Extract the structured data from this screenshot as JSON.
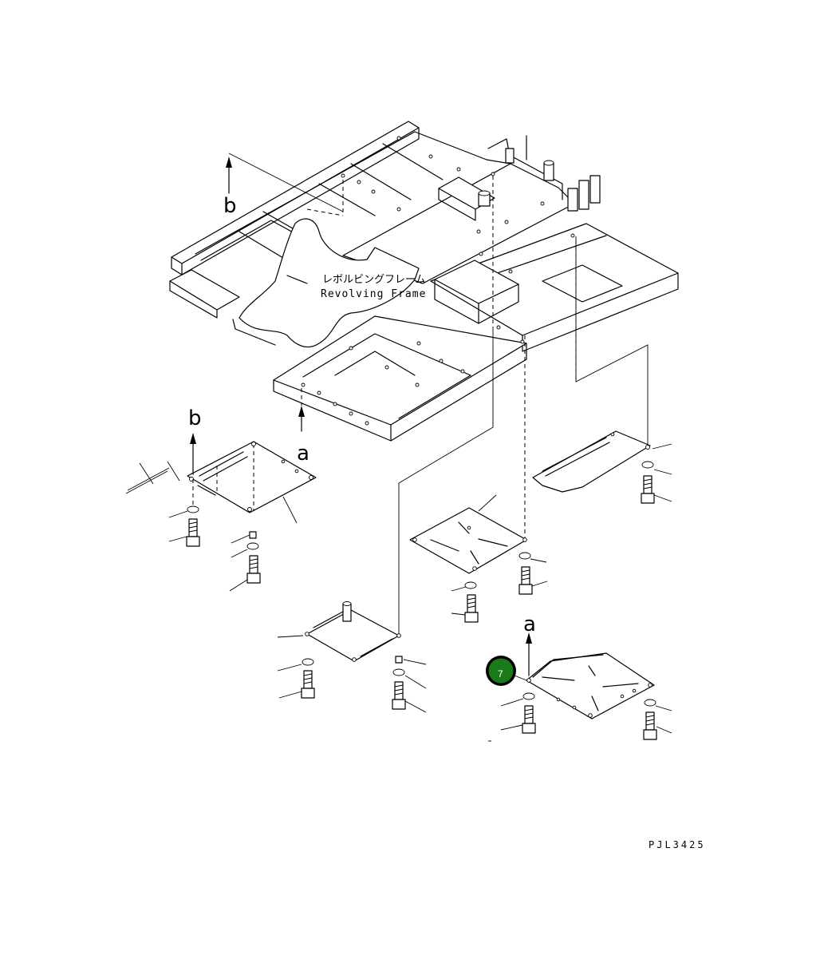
{
  "frame_label": {
    "japanese": "レボルビングフレーム",
    "english": "Revolving Frame"
  },
  "markers": {
    "b_top": "b",
    "b_left": "b",
    "a_frame": "a",
    "a_right": "a"
  },
  "callout": {
    "number": "7",
    "color": "#1a7a1a"
  },
  "drawing_code": "PJL3425"
}
